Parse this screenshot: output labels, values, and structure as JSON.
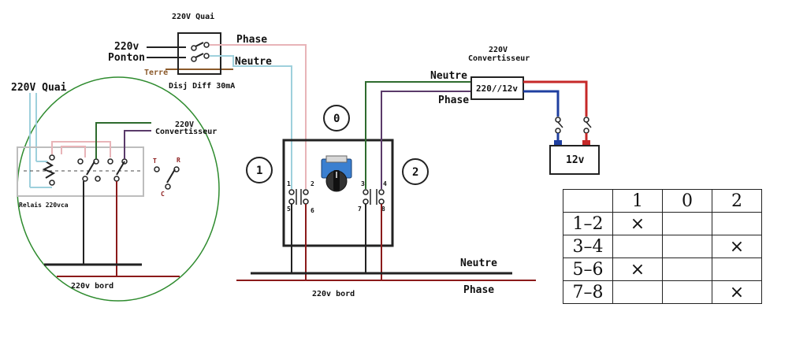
{
  "labels": {
    "quai_top": "220V Quai",
    "ponton_220v": "220v",
    "ponton": "Ponton",
    "terre": "Terre",
    "disj": "Disj Diff 30mA",
    "phase_top": "Phase",
    "neutre_top": "Neutre",
    "relais_quai": "220V Quai",
    "relais_conv_220v": "220V",
    "relais_conv": "Convertisseur",
    "relais_name": "Relais 220vca",
    "relais_bord": "220v bord",
    "t": "T",
    "r": "R",
    "c": "C",
    "conv_220v": "220V",
    "conv_name": "Convertisseur",
    "conv_neutre": "Neutre",
    "conv_phase": "Phase",
    "conv_box": "220//12v",
    "battery": "12v",
    "pos_0": "0",
    "pos_1": "1",
    "pos_2": "2",
    "t1": "1",
    "t2": "2",
    "t3": "3",
    "t4": "4",
    "t5": "5",
    "t6": "6",
    "t7": "7",
    "t8": "8",
    "bus_neutre": "Neutre",
    "bus_phase": "Phase",
    "bord": "220v bord"
  },
  "colors": {
    "pink": "#e8b4b8",
    "lightblue": "#9ed0dc",
    "green": "#2e6b2e",
    "purple": "#5a3a6a",
    "darkred": "#8b1a1a",
    "red": "#c62828",
    "blue": "#1f3fa0",
    "circle": "#2e8b2e",
    "brown": "#8b5a2b"
  },
  "table": {
    "header": [
      "",
      "1",
      "0",
      "2"
    ],
    "rows": [
      {
        "label": "1–2",
        "cells": [
          "×",
          "",
          ""
        ]
      },
      {
        "label": "3–4",
        "cells": [
          "",
          "",
          "×"
        ]
      },
      {
        "label": "5–6",
        "cells": [
          "×",
          "",
          ""
        ]
      },
      {
        "label": "7–8",
        "cells": [
          "",
          "",
          "×"
        ]
      }
    ]
  }
}
